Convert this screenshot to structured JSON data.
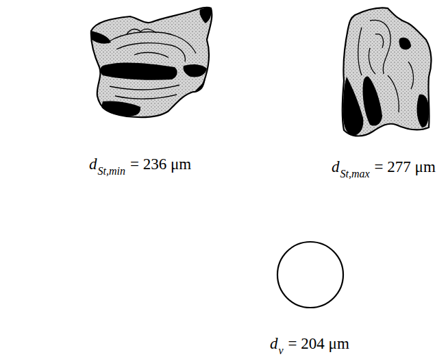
{
  "diagram": {
    "labels": [
      "d",
      "St,min",
      "= 236 μm",
      "d",
      "St,max",
      "= 277 μm",
      "d",
      "v",
      "= 204 μm"
    ]
  }
}
